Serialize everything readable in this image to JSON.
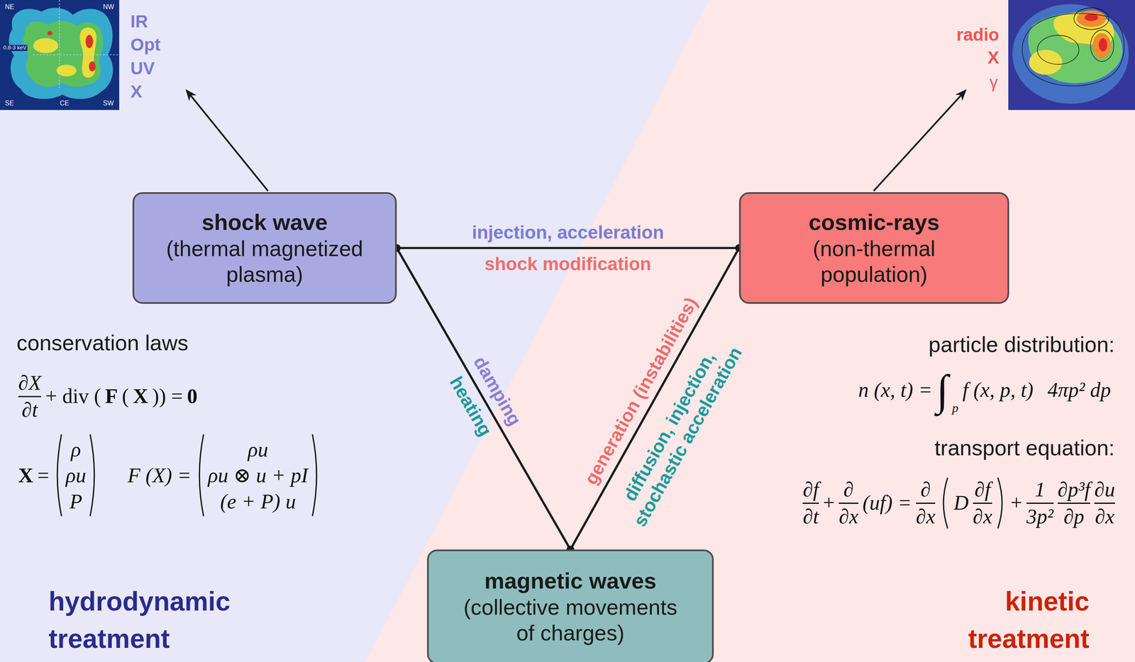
{
  "diagram": {
    "nodes": [
      {
        "text": [
          "shock wave",
          "(thermal magnetized plasma)"
        ]
      },
      {
        "text": [
          "cosmic-rays",
          "(non-thermal population)"
        ]
      },
      {
        "text": [
          "magnetic waves",
          "(collective movements of charges)"
        ]
      }
    ],
    "edges": [
      {
        "from": 0,
        "to": 1,
        "arrow": "none",
        "label": "injection, acceleration"
      },
      {
        "from": 1,
        "to": 0,
        "arrow": "none",
        "label": "shock modification"
      },
      {
        "from": 0,
        "to": 2,
        "arrow": "none",
        "label": "damping"
      },
      {
        "from": 2,
        "to": 0,
        "arrow": "none",
        "label": "heating"
      },
      {
        "from": 1,
        "to": 2,
        "arrow": "none",
        "label": "generation (instabilities)"
      },
      {
        "from": 2,
        "to": 1,
        "arrow": "none",
        "label": "diffusion, injection, stochastic acceleration"
      }
    ],
    "labels": [
      "NE",
      "NW",
      "0.8-3 keV",
      "SE",
      "CE",
      "SW",
      "IR",
      "Opt",
      "UV",
      "X",
      "radio",
      "X",
      "γ",
      "conservation laws",
      "∂X",
      "∂t",
      "+ div (",
      "F",
      "(",
      "X",
      ")) =",
      "0",
      "X",
      "=",
      "ρ",
      "ρu",
      "P",
      "F (X) =",
      "ρu",
      "ρu ⊗ u + pI",
      "(e + P) u",
      "particle distribution:",
      "n (x, t) =",
      "∫",
      "p",
      "f (x, p, t)",
      "4πp² dp",
      "transport equation:",
      "∂f",
      "∂t",
      "+",
      "∂",
      "∂x",
      "(uf) =",
      "∂",
      "∂x",
      "D",
      "∂f",
      "∂x",
      "+",
      "1",
      "3p²",
      "∂p³f",
      "∂p",
      "∂u",
      "∂x",
      "hydrodynamic treatment",
      "kinetic treatment"
    ]
  }
}
